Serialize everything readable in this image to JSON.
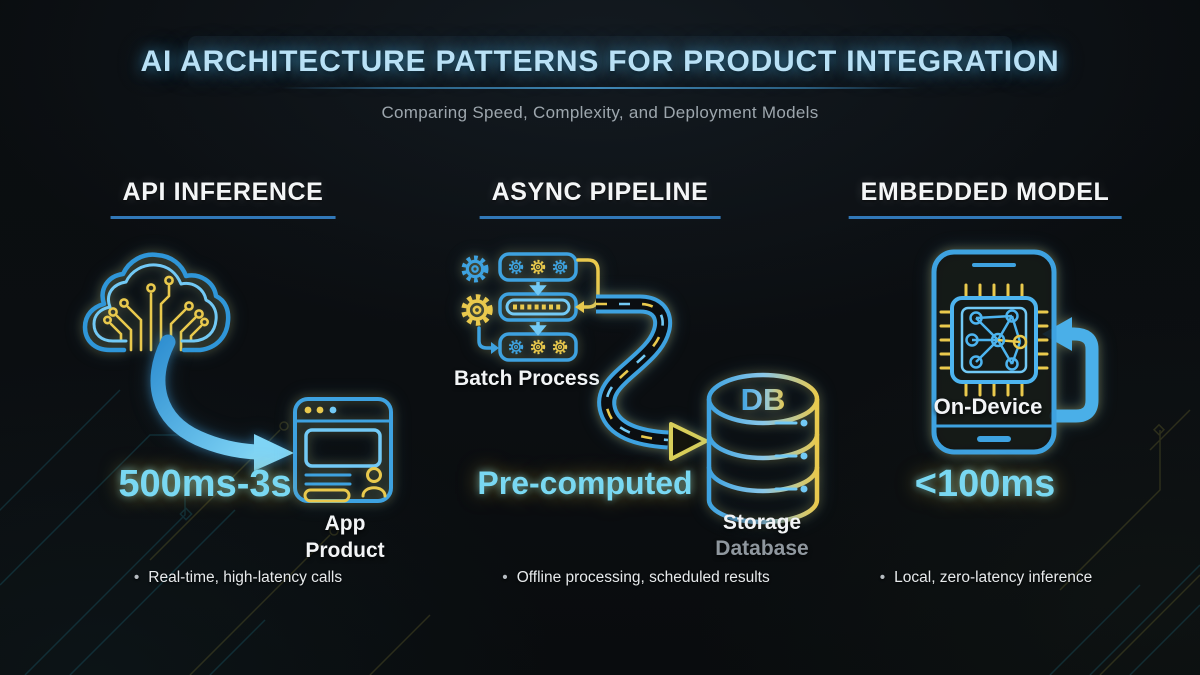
{
  "title": "AI ARCHITECTURE PATTERNS FOR PRODUCT INTEGRATION",
  "subtitle": "Comparing Speed, Complexity, and Deployment Models",
  "bullet_marker": "•",
  "colors": {
    "background": "#0a0d10",
    "title_cyan": "#b9e1f6",
    "accent_cyan": "#79d8f2",
    "accent_blue": "#3ea2e0",
    "accent_light_blue": "#72c9f5",
    "accent_yellow": "#e9c94d",
    "header_underline_blue": "#3178b8",
    "label_white": "#f2f4f6",
    "label_gray": "#8f979e"
  },
  "columns": [
    {
      "id": "api-inference",
      "header": "API INFERENCE",
      "icon": "cloud-circuit-icon",
      "metric": "500ms-3s",
      "target_label_line1": "App",
      "target_label_line2": "Product",
      "bullet": "Real-time, high-latency calls"
    },
    {
      "id": "async-pipeline",
      "header": "ASYNC PIPELINE",
      "icon": "batch-process-icon",
      "icon_label": "Batch Process",
      "metric": "Pre-computed",
      "db_label": "DB",
      "target_label_line1": "Storage",
      "target_label_line2": "Database",
      "bullet": "Offline processing, scheduled results"
    },
    {
      "id": "embedded-model",
      "header": "EMBEDDED MODEL",
      "icon": "phone-chip-icon",
      "icon_label": "On-Device",
      "metric": "<100ms",
      "bullet": "Local, zero-latency inference"
    }
  ]
}
